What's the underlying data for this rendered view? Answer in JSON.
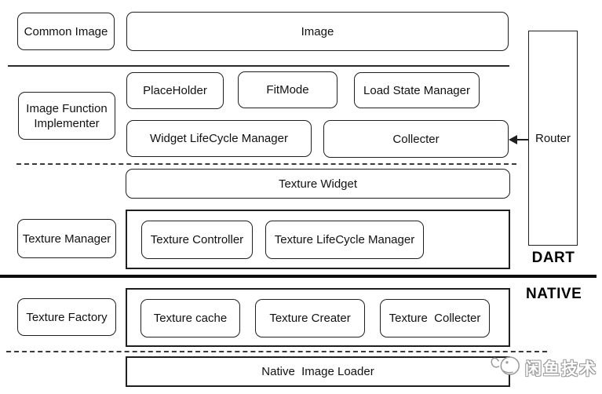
{
  "colors": {
    "background": "#ffffff",
    "border": "#1f1f1f",
    "watermark_fill": "#ffffff",
    "watermark_outline": "#9a9a9a"
  },
  "layer_labels": {
    "dart": "DART",
    "native": "NATIVE"
  },
  "dart_section": {
    "common_image": "Common Image",
    "image": "Image",
    "image_function_implementer": [
      "Image Function",
      "Implementer"
    ],
    "placeholder": "PlaceHolder",
    "fitmode": "FitMode",
    "load_state_manager": "Load State Manager",
    "widget_lifecycle_manager": "Widget LifeCycle Manager",
    "collecter": "Collecter",
    "router": "Router",
    "texture_widget": "Texture Widget",
    "texture_manager": "Texture Manager",
    "texture_controller": "Texture Controller",
    "texture_lifecycle_manager": "Texture LifeCycle Manager"
  },
  "native_section": {
    "texture_factory": "Texture Factory",
    "texture_cache": "Texture cache",
    "texture_creater": "Texture Creater",
    "texture_collecter": "Texture  Collecter",
    "native_image_loader": "Native  Image Loader"
  },
  "watermark": {
    "text": "闲鱼技术",
    "icon": "fish-icon"
  },
  "icons": {
    "router_arrow": "arrow-left-icon"
  }
}
